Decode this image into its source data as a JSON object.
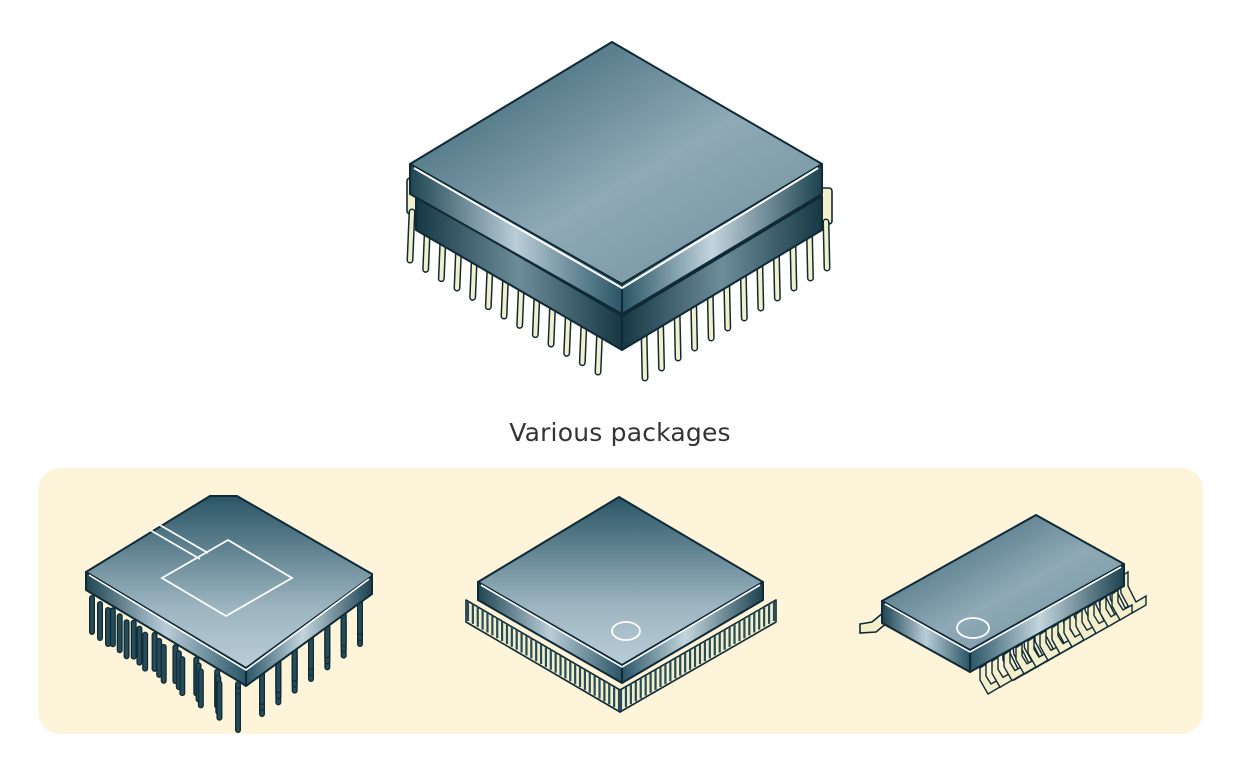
{
  "caption": "Various packages",
  "colors": {
    "panel_background": "#fdf4d9",
    "chip_body_dark": "#2a5566",
    "chip_body_light": "#b9cdd7",
    "pin_cream": "#f3efcb",
    "pin_dark": "#264c5a",
    "outline": "#0f2a36"
  },
  "packages": [
    {
      "kind": "large-chip-with-j-leads",
      "pins": "cream-j-leads"
    },
    {
      "kind": "pin-grid-array-chip",
      "pins": "dark-straight-pins"
    },
    {
      "kind": "quad-flat-pack-chip",
      "pins": "fine-dark-leads"
    },
    {
      "kind": "small-outline-chip",
      "pins": "cream-gull-wing-leads"
    }
  ]
}
